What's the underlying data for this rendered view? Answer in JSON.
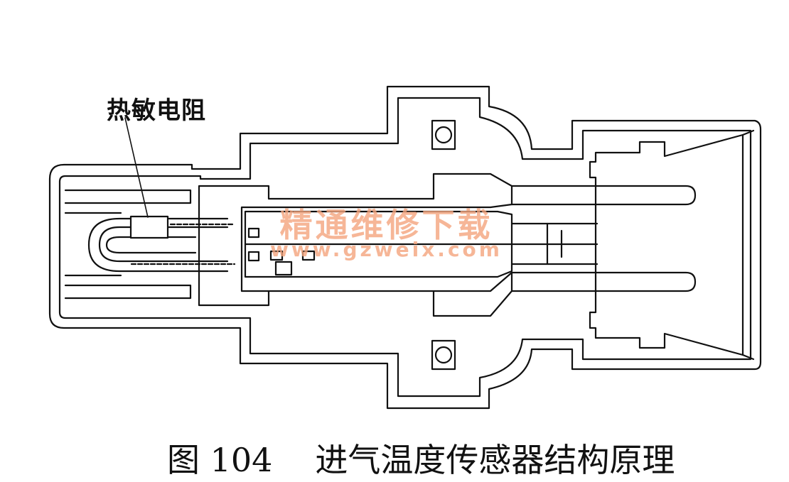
{
  "diagram": {
    "component_label": "热敏电阻",
    "caption_number": "图 104",
    "caption_title": "进气温度传感器结构原理",
    "line_color": "#111111",
    "background": "#ffffff"
  },
  "watermark": {
    "title": "精通维修下载",
    "url": "www.gzweix.com",
    "color": "#f4a57e"
  }
}
